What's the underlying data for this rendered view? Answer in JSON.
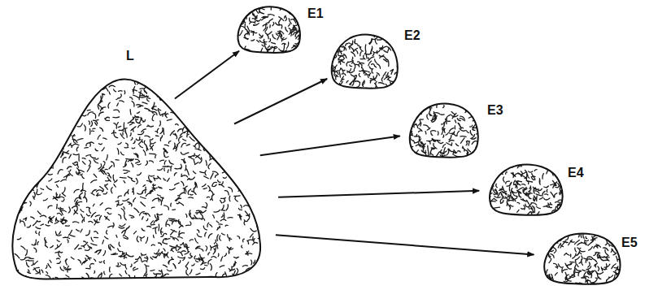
{
  "diagram": {
    "nodes": [
      {
        "text": [
          "L"
        ]
      },
      {
        "text": [
          "E1"
        ]
      },
      {
        "text": [
          "E2"
        ]
      },
      {
        "text": [
          "E3"
        ]
      },
      {
        "text": [
          "E4"
        ]
      },
      {
        "text": [
          "E5"
        ]
      }
    ],
    "edges": [
      {
        "from": 0,
        "to": 1,
        "arrow": "to"
      },
      {
        "from": 0,
        "to": 2,
        "arrow": "to"
      },
      {
        "from": 0,
        "to": 3,
        "arrow": "to"
      },
      {
        "from": 0,
        "to": 4,
        "arrow": "to"
      },
      {
        "from": 0,
        "to": 5,
        "arrow": "to"
      }
    ]
  }
}
